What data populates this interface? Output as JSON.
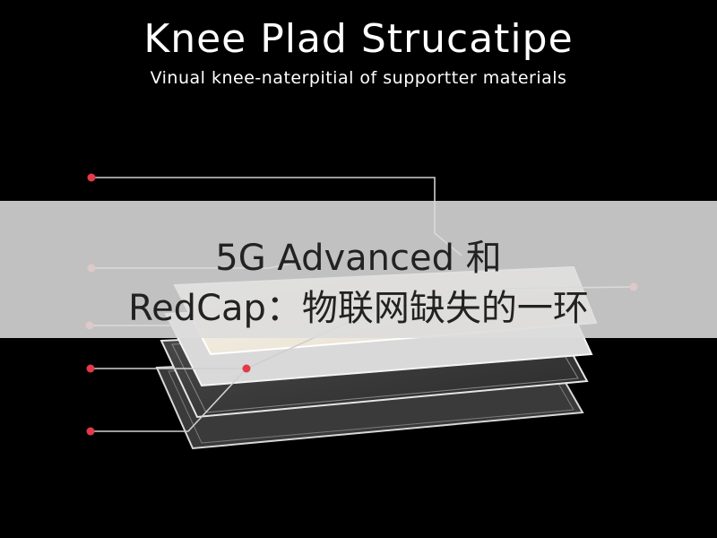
{
  "header": {
    "title": "Knee Plad Strucatipe",
    "subtitle": "Vinual knee-naterpitial of supportter materials"
  },
  "overlay": {
    "line1": "5G Advanced 和",
    "line2": "RedCap：物联网缺失的一环"
  },
  "colors": {
    "background": "#000000",
    "marker": "#e23a4a",
    "leader_line": "#cfcfcf",
    "layer_top": "#efe9dc"
  }
}
